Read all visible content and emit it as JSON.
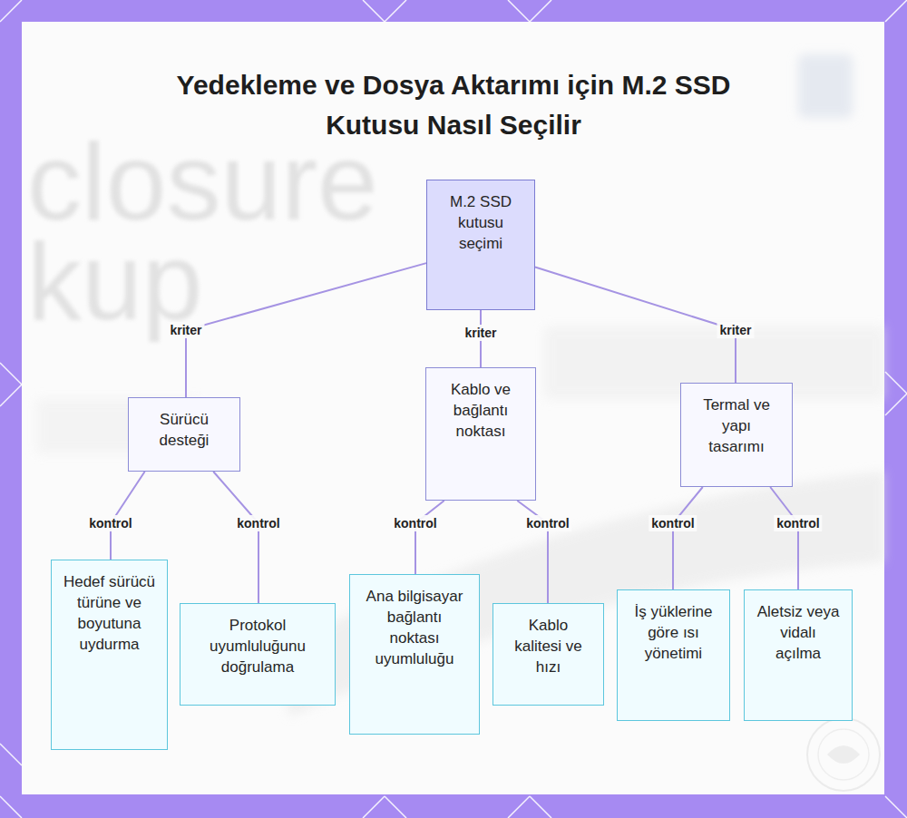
{
  "diagram": {
    "title": "Yedekleme ve Dosya Aktarımı için M.2 SSD Kutusu Nasıl Seçilir",
    "nodes": [
      {
        "text": [
          "M.2 SSD kutusu seçimi"
        ]
      },
      {
        "text": [
          "Sürücü desteği"
        ]
      },
      {
        "text": [
          "Kablo ve bağlantı noktası"
        ]
      },
      {
        "text": [
          "Termal ve yapı tasarımı"
        ]
      },
      {
        "text": [
          "Hedef sürücü türüne ve boyutuna uydurma"
        ]
      },
      {
        "text": [
          "Protokol uyumluluğunu doğrulama"
        ]
      },
      {
        "text": [
          "Ana bilgisayar bağlantı noktası uyumluluğu"
        ]
      },
      {
        "text": [
          "Kablo kalitesi ve hızı"
        ]
      },
      {
        "text": [
          "İş yüklerine göre ısı yönetimi"
        ]
      },
      {
        "text": [
          "Aletsiz veya vidalı açılma"
        ]
      }
    ],
    "edges": [
      {
        "from": 0,
        "to": 1,
        "label": "kriter",
        "arrow": "none"
      },
      {
        "from": 0,
        "to": 2,
        "label": "kriter",
        "arrow": "none"
      },
      {
        "from": 0,
        "to": 3,
        "label": "kriter",
        "arrow": "none"
      },
      {
        "from": 1,
        "to": 4,
        "label": "kontrol",
        "arrow": "none"
      },
      {
        "from": 1,
        "to": 5,
        "label": "kontrol",
        "arrow": "none"
      },
      {
        "from": 2,
        "to": 6,
        "label": "kontrol",
        "arrow": "none"
      },
      {
        "from": 2,
        "to": 7,
        "label": "kontrol",
        "arrow": "none"
      },
      {
        "from": 3,
        "to": 8,
        "label": "kontrol",
        "arrow": "none"
      },
      {
        "from": 3,
        "to": 9,
        "label": "kontrol",
        "arrow": "none"
      }
    ],
    "labels": [
      "closure",
      "kup"
    ]
  }
}
